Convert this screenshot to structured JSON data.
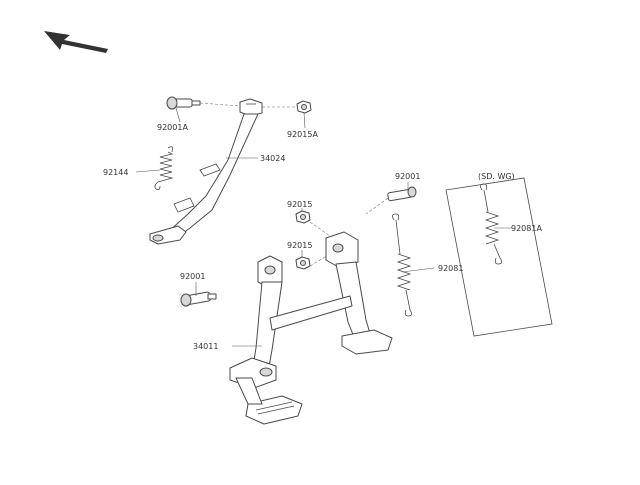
{
  "diagram": {
    "arrow_color": "#333333",
    "line_color": "#4a4a4a",
    "labels": {
      "pin_side_stand": "92001A",
      "nut_side_stand": "92015A",
      "spring_side_stand": "92144",
      "side_stand": "34024",
      "nut_upper": "92015",
      "nut_lower": "92015",
      "pin_center_right": "92001",
      "pin_center_left": "92001",
      "spring_center": "92081",
      "center_stand": "34011",
      "variant_box_title": "(SD. WG)",
      "variant_spring": "92081A"
    }
  }
}
